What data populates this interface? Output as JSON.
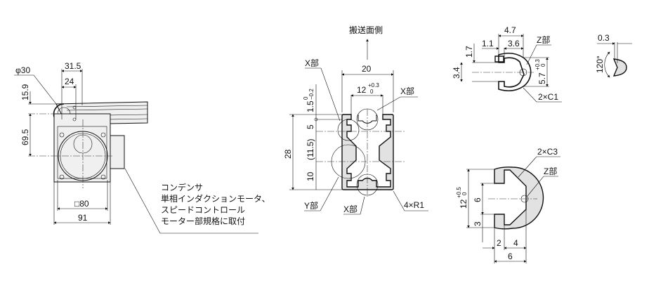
{
  "side_view": {
    "phi": "φ30",
    "d31_5": "31.5",
    "d24": "24",
    "d15_9": "15.9",
    "d69_5": "69.5",
    "sq80": "□80",
    "d91": "91",
    "note": [
      "コンデンサ",
      "単相インダクションモータ、",
      "スピードコントロール",
      "モーター部規格に取付"
    ]
  },
  "profile": {
    "conveying_side": "搬送面側",
    "d20": "20",
    "d12": "12",
    "d12_tol_upper": "+0.3",
    "d12_tol_lower": "0",
    "d1_5": "1.5",
    "d1_5_tol_upper": "0",
    "d1_5_tol_lower": "−0.2",
    "d5": "5",
    "d11_5": "(11.5)",
    "d10": "10",
    "d28": "28",
    "x_part": "X部",
    "y_part": "Y部",
    "r": "4×R1"
  },
  "detail_x": {
    "d4_7": "4.7",
    "d1_1": "1.1",
    "d3_6": "3.6",
    "d1_7": "1.7",
    "d3_4": "3.4",
    "d5_7": "5.7",
    "d5_7_tol_upper": "+0.3",
    "d5_7_tol_lower": "0",
    "z_part": "Z部",
    "c1": "2×C1"
  },
  "detail_z": {
    "d0_3": "0.3",
    "angle": "120°"
  },
  "detail_y": {
    "c3": "2×C3",
    "z_part": "Z部",
    "d12": "12",
    "d12_tol_upper": "+0.5",
    "d12_tol_lower": "0",
    "d6v": "6",
    "d3": "3",
    "d2": "2",
    "d4": "4",
    "d6h": "6"
  }
}
